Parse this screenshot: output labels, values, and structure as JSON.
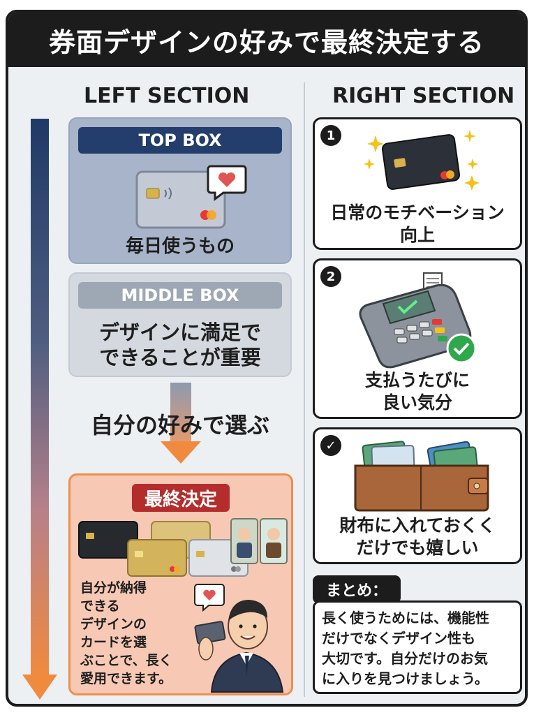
{
  "header": {
    "title": "券面デザインの好みで最終決定する"
  },
  "left": {
    "title": "LEFT SECTION",
    "top_box": {
      "label": "TOP BOX",
      "caption": "毎日使うもの"
    },
    "middle_box": {
      "label": "MIDDLE BOX",
      "caption_line1": "デザインに満足で",
      "caption_line2": "できることが重要"
    },
    "arrow_text": "自分の好みで選ぶ",
    "final_box": {
      "label": "最終決定",
      "text_lines": [
        "自分が納得",
        "できる",
        "デザインの",
        "カードを選",
        "ぶことで、長く",
        "愛用できます。"
      ]
    }
  },
  "right": {
    "title": "RIGHT SECTION",
    "cards": [
      {
        "badge": "1",
        "line1": "日常のモチベーション",
        "line2": "向上"
      },
      {
        "badge": "2",
        "line1": "支払うたびに",
        "line2": "良い気分"
      },
      {
        "badge": "✓",
        "line1": "財布に入れておくく",
        "line2": "だけでも嬉しい"
      }
    ],
    "summary": {
      "label": "まとめ：",
      "lines": [
        "長く使うためには、機能性",
        "だけでなくデザイン性も",
        "大切です。自分だけのお気",
        "に入りを見つけましょう。"
      ]
    }
  },
  "colors": {
    "navy": "#233d6c",
    "accent_orange": "#f08a3e",
    "final_red": "#b42c2c",
    "check_green": "#2ea84a",
    "heart_red": "#e05454"
  }
}
